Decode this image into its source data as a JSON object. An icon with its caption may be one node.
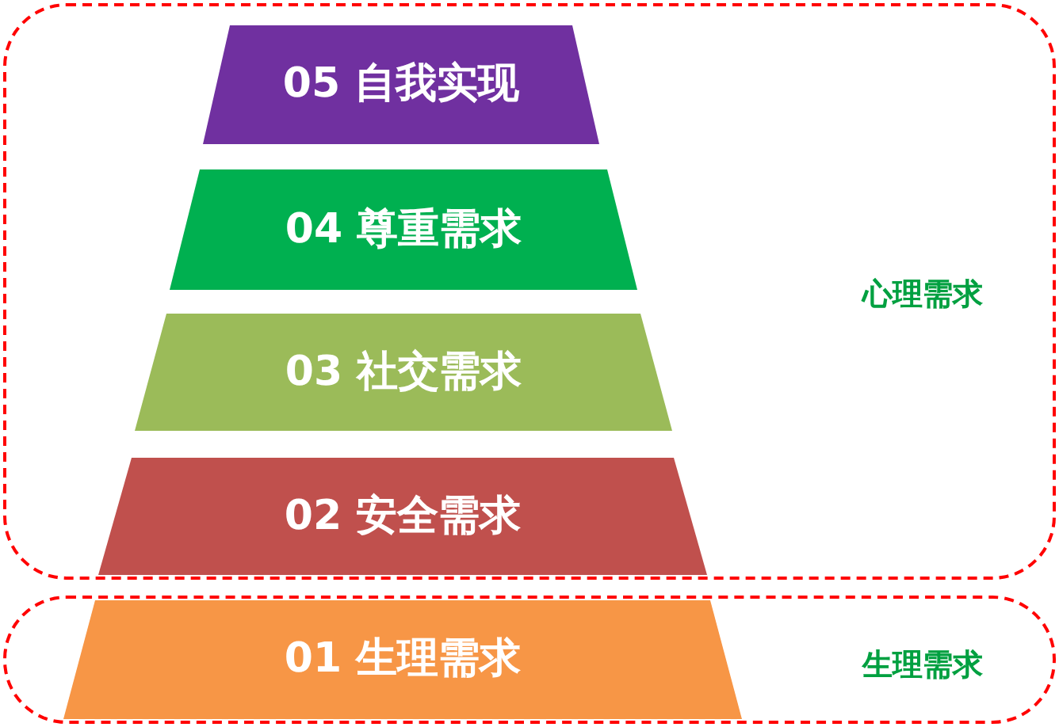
{
  "diagram": {
    "nodes": [
      {
        "text": [
          "心理需求"
        ]
      },
      {
        "text": [
          "05 自我实现"
        ],
        "in": 0
      },
      {
        "text": [
          "04 尊重需求"
        ],
        "in": 0
      },
      {
        "text": [
          "03 社交需求"
        ],
        "in": 0
      },
      {
        "text": [
          "02 安全需求"
        ],
        "in": 0
      },
      {
        "text": [
          "生理需求"
        ]
      },
      {
        "text": [
          "01 生理需求"
        ],
        "in": 5
      }
    ]
  }
}
